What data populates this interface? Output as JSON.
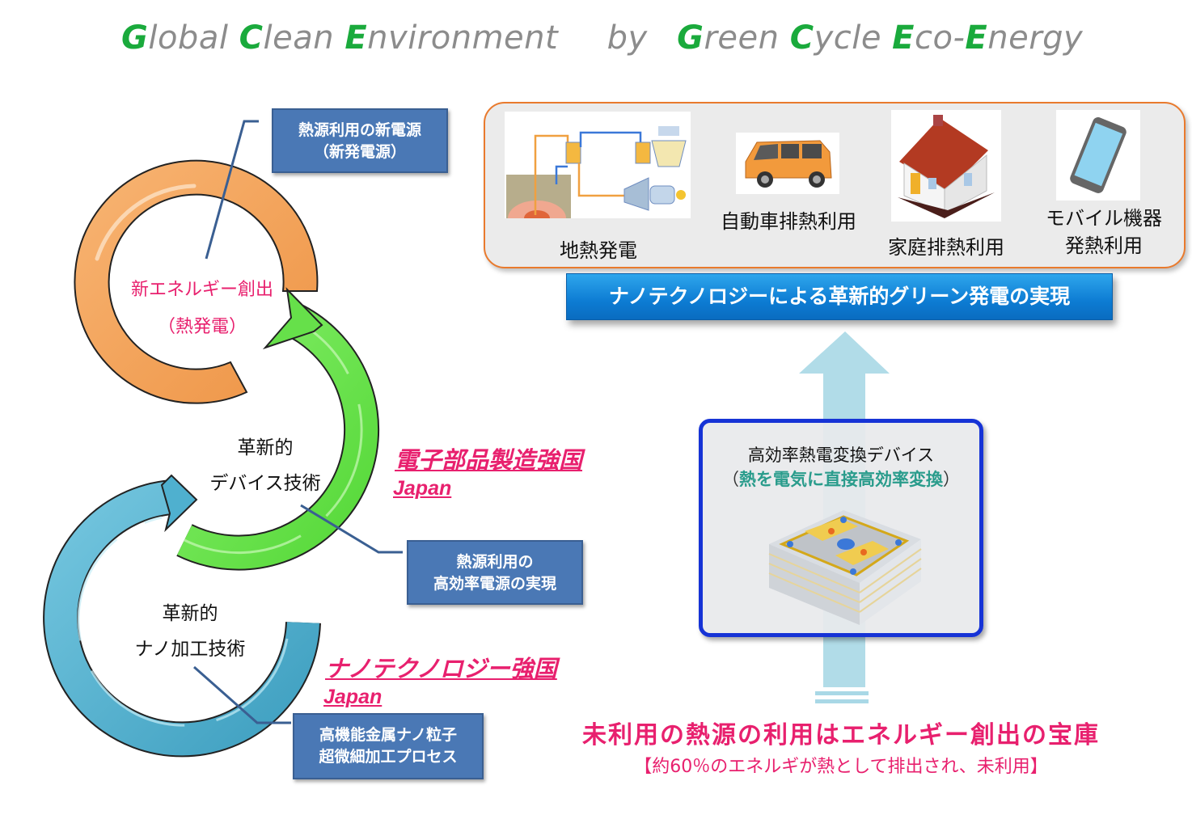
{
  "title": {
    "words": [
      {
        "cap": "G",
        "rest": "lobal"
      },
      {
        "cap": "C",
        "rest": "lean"
      },
      {
        "cap": "E",
        "rest": "nvironment"
      },
      {
        "cap": "",
        "rest": "by"
      },
      {
        "cap": "G",
        "rest": "reen"
      },
      {
        "cap": "C",
        "rest": "ycle"
      },
      {
        "cap": "E",
        "rest": "co-"
      },
      {
        "cap": "E",
        "rest": "nergy"
      }
    ]
  },
  "cycle": {
    "energy_ring": {
      "line1": "新エネルギー創出",
      "line2": "（熱発電）",
      "color": "#f4a055"
    },
    "device_ring": {
      "line1": "革新的",
      "line2": "デバイス技術",
      "color": "#66e04a"
    },
    "nano_ring": {
      "line1": "革新的",
      "line2": "ナノ加工技術",
      "color": "#4fb0cf"
    },
    "callouts": {
      "new_power": {
        "line1": "熱源利用の新電源",
        "line2": "（新発電源）"
      },
      "efficient_power": {
        "line1": "熱源利用の",
        "line2": "高効率電源の実現"
      },
      "nano_particles": {
        "line1": "高機能金属ナノ粒子",
        "line2": "超微細加工プロセス"
      }
    },
    "strengths": {
      "electronics": {
        "label": "電子部品製造強国",
        "country": "Japan"
      },
      "nanotech": {
        "label": "ナノテクノロジー強国",
        "country": "Japan"
      }
    }
  },
  "applications": {
    "items": [
      {
        "label": "地熱発電",
        "icon": "geothermal-plant-diagram"
      },
      {
        "label": "自動車排熱利用",
        "icon": "car-image"
      },
      {
        "label": "家庭排熱利用",
        "icon": "house-image"
      },
      {
        "line1": "モバイル機器",
        "line2": "発熱利用",
        "icon": "smartphone-image"
      }
    ],
    "border_color": "#e97a2d"
  },
  "banner": {
    "label": "ナノテクノロジーによる革新的グリーン発電の実現"
  },
  "device": {
    "title": "高効率熱電変換デバイス",
    "subtitle_open": "（",
    "subtitle": "熱を電気に直接高効率変換",
    "subtitle_close": "）"
  },
  "footer": {
    "headline": "未利用の熱源の利用はエネルギー創出の宝庫",
    "note": "【約60％のエネルギが熱として排出され、未利用】"
  },
  "colors": {
    "accent_green": "#1aaa3c",
    "pink": "#e8206e",
    "callout_blue": "#4a78b5",
    "device_border": "#1633d6"
  }
}
